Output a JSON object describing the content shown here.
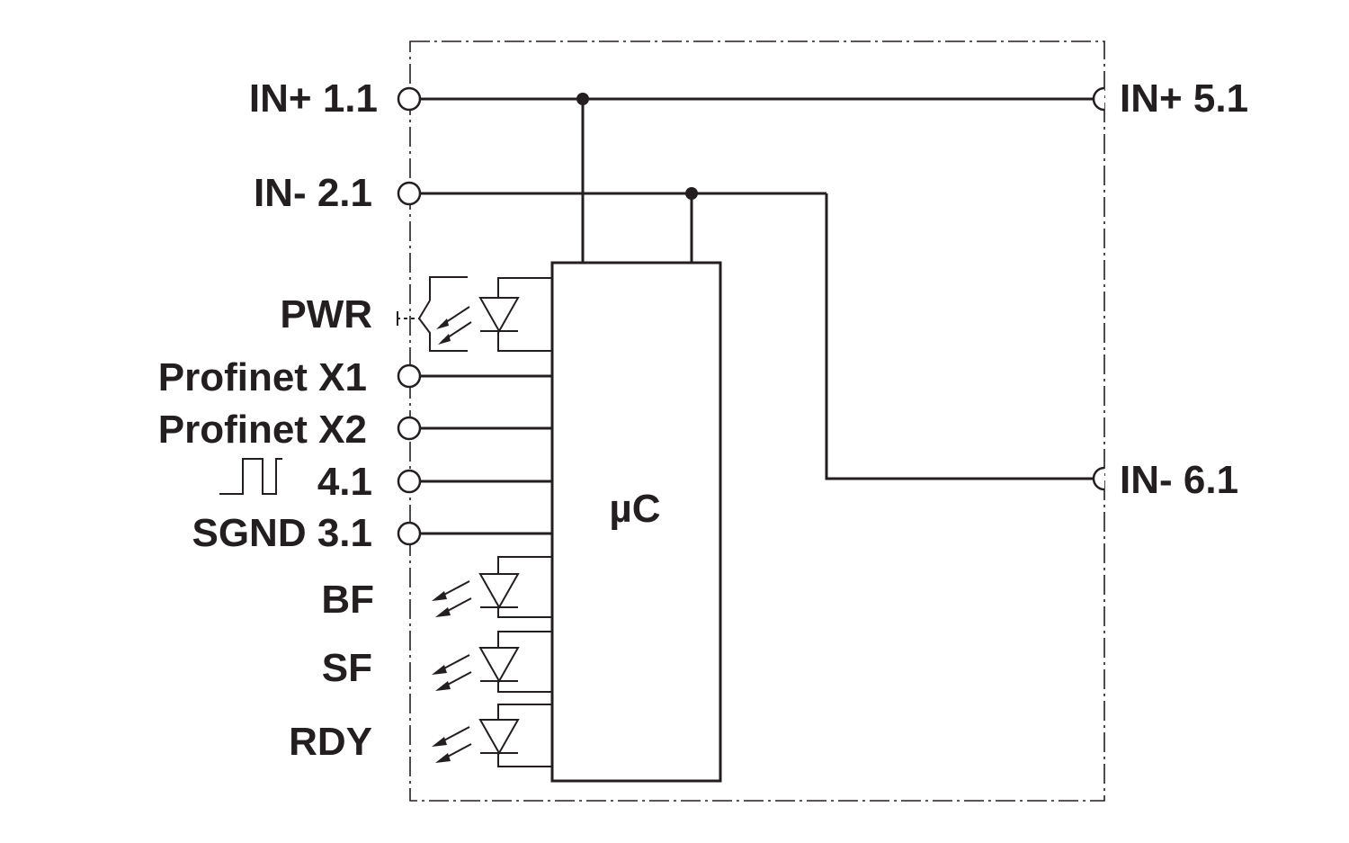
{
  "terminals": {
    "in_plus_1": "IN+ 1.1",
    "in_minus_2": "IN- 2.1",
    "in_plus_5": "IN+ 5.1",
    "in_minus_6": "IN- 6.1",
    "pwr": "PWR",
    "profinet_x1": "Profinet X1",
    "profinet_x2": "Profinet X2",
    "pulse_4": "4.1",
    "sgnd_3": "SGND 3.1",
    "bf": "BF",
    "sf": "SF",
    "rdy": "RDY"
  },
  "controller": {
    "label": "µC"
  },
  "icons": {
    "pulse": "square-wave-icon",
    "led": "led-icon",
    "switch": "switch-icon"
  }
}
